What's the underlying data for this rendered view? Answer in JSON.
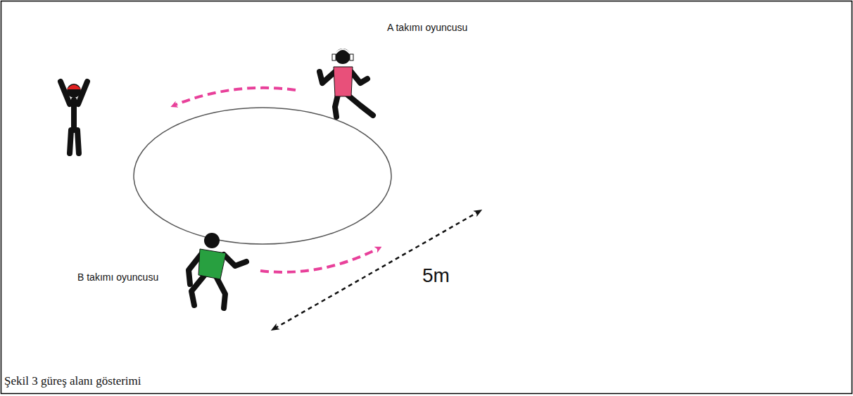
{
  "diagram": {
    "caption": "Şekil 3 güreş alanı gösterimi",
    "labels": [
      "A takımı oyuncusu",
      "B takımı oyuncusu",
      "5m"
    ]
  }
}
